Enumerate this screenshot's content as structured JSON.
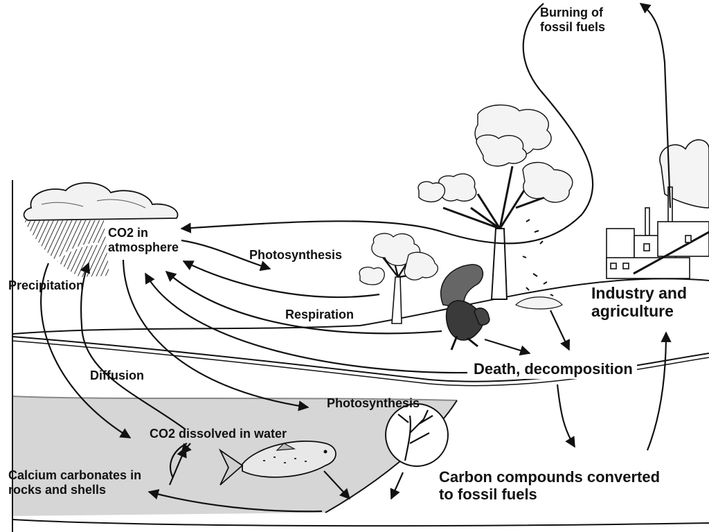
{
  "labels": {
    "burning": [
      "Burning of",
      "fossil fuels"
    ],
    "co2_atmosphere": [
      "CO2 in",
      "atmosphere"
    ],
    "photosynthesis_land": "Photosynthesis",
    "respiration": "Respiration",
    "precipitation": "Precipitation",
    "diffusion": "Diffusion",
    "industry": [
      "Industry and",
      "agriculture"
    ],
    "death_decomposition": "Death, decomposition",
    "photosynthesis_water": "Photosynthesis",
    "co2_dissolved": "CO2 dissolved in water",
    "calcium_carbonates": [
      "Calcium carbonates in",
      "rocks and shells"
    ],
    "carbon_compounds": [
      "Carbon compounds converted",
      "to fossil fuels"
    ]
  },
  "colors": {
    "line": "#111111",
    "water": "#d6d6d6",
    "rain": "#333333",
    "background": "#ffffff"
  },
  "icons": [
    "cloud-icon",
    "rain-icon",
    "tree-icon",
    "squirrel-icon",
    "factory-icon",
    "fish-icon",
    "algae-icon",
    "leaf-litter-icon"
  ]
}
